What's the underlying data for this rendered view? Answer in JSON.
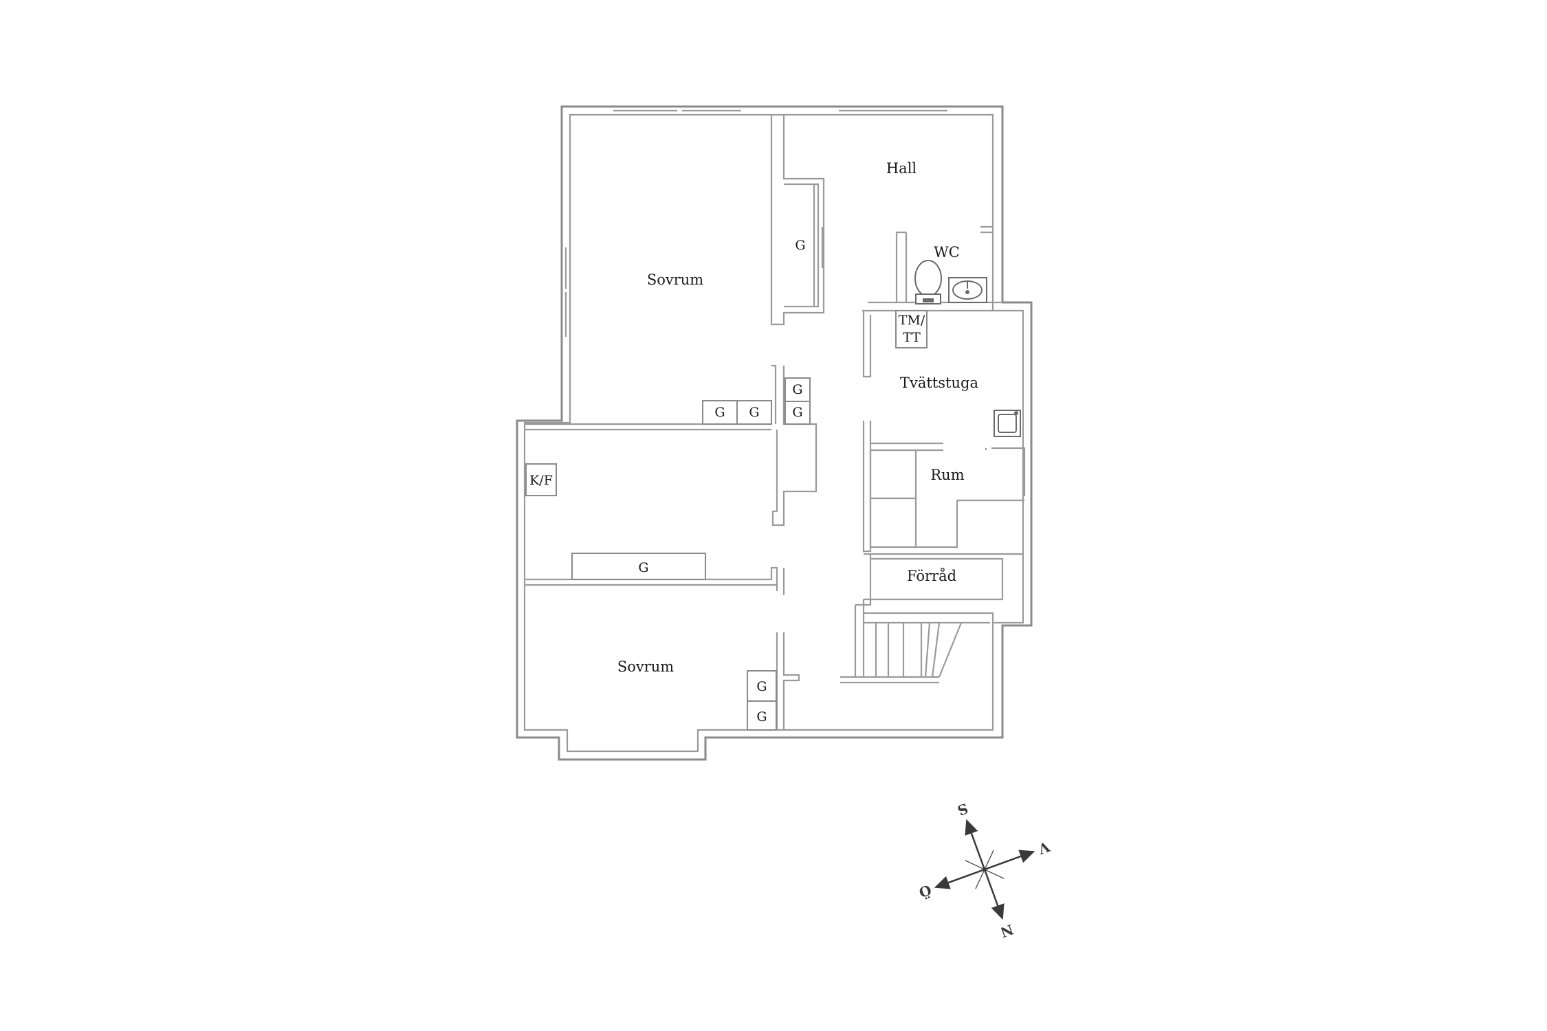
{
  "rooms": {
    "hall": "Hall",
    "wc": "WC",
    "sovrum_top": "Sovrum",
    "sovrum_bottom": "Sovrum",
    "tm_tt_1": "TM/",
    "tm_tt_2": "TT",
    "tvattstuga": "Tvättstuga",
    "rum": "Rum",
    "forrad": "Förråd",
    "kf": "K/F"
  },
  "closets": {
    "g_hall": "G",
    "g_s1": "G",
    "g_s2": "G",
    "g_s3": "G",
    "g_s4": "G",
    "g_mid": "G",
    "g_b1": "G",
    "g_b2": "G"
  },
  "compass": {
    "north": "N",
    "south": "S",
    "east": "Ö",
    "west": "V"
  },
  "colors": {
    "walls": "#8a8a8a",
    "text": "#1a1a1a",
    "compass": "#3a3a3a"
  }
}
